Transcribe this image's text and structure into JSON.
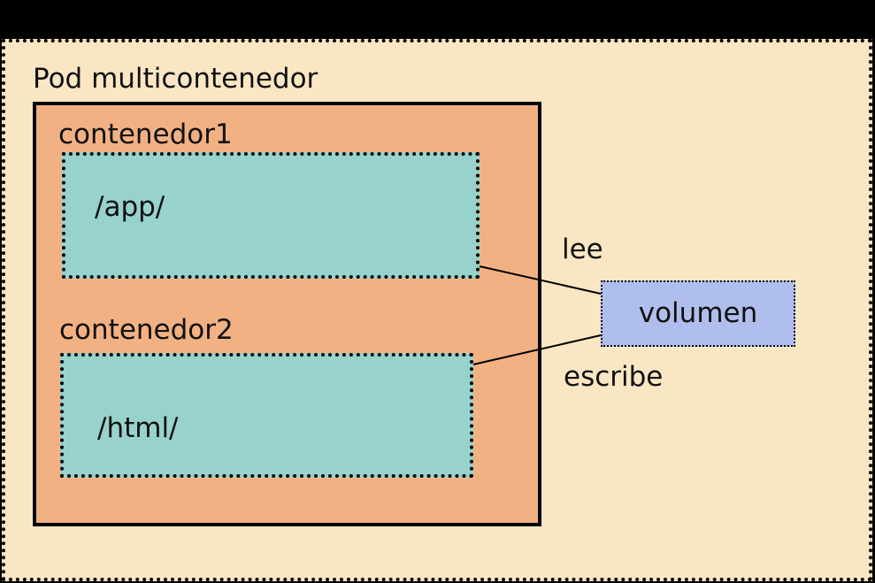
{
  "pod": {
    "title": "Pod multicontenedor"
  },
  "containers": [
    {
      "name": "contenedor1",
      "mount": "/app/"
    },
    {
      "name": "contenedor2",
      "mount": "/html/"
    }
  ],
  "volume": {
    "label": "volumen"
  },
  "edges": [
    {
      "label": "lee",
      "from": "contenedor1",
      "to": "volumen"
    },
    {
      "label": "escribe",
      "from": "volumen",
      "to": "contenedor2"
    }
  ],
  "colors": {
    "canvas": "#000000",
    "pod_bg": "#FBE6C4",
    "container_bg": "#F2B183",
    "mount_bg": "#98D2CD",
    "volume_bg": "#AFBEEC",
    "line": "#000000",
    "text": "#111111"
  }
}
